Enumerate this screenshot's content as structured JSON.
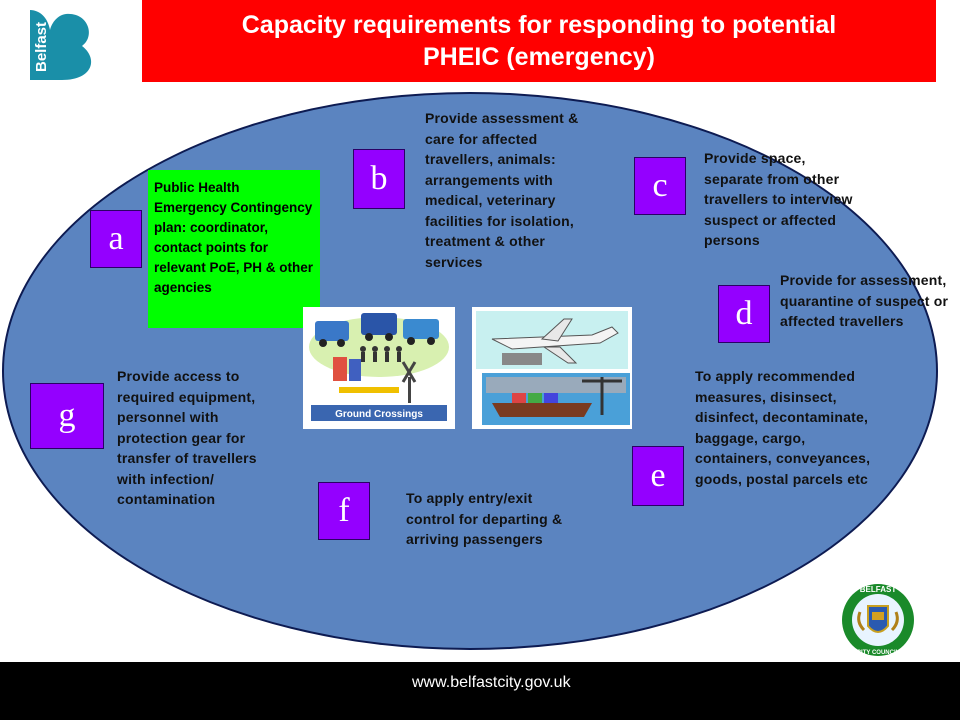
{
  "title": {
    "line1": "Capacity requirements for responding to potential",
    "line2": "PHEIC (emergency)"
  },
  "logo": {
    "text": "Belfast"
  },
  "items": {
    "a": {
      "letter": "a",
      "text": "Public Health Emergency Contingency plan: coordinator, contact points for relevant PoE, PH & other agencies"
    },
    "b": {
      "letter": "b",
      "text": "Provide assessment & care for affected travellers, animals: arrangements with medical, veterinary facilities for isolation, treatment & other services"
    },
    "c": {
      "letter": "c",
      "text": "Provide space, separate from other travellers to interview suspect or affected persons"
    },
    "d": {
      "letter": "d",
      "text": "Provide for assessment, quarantine of suspect or affected travellers"
    },
    "e": {
      "letter": "e",
      "text": "To apply recommended measures, disinsect, disinfect, decontaminate, baggage, cargo, containers, conveyances, goods, postal parcels etc"
    },
    "f": {
      "letter": "f",
      "text": "To apply entry/exit control for departing & arriving passengers"
    },
    "g": {
      "letter": "g",
      "text": "Provide access to required equipment, personnel with protection gear for transfer of travellers with infection/ contamination"
    }
  },
  "images": {
    "ground_label": "Ground Crossings"
  },
  "crest": {
    "top_text": "BELFAST",
    "bottom_text": "CITY COUNCIL"
  },
  "footer": {
    "url": "www.belfastcity.gov.uk"
  },
  "colors": {
    "title_bg": "#ff0000",
    "ellipse": "#5b84c0",
    "letter_box": "#9400ff",
    "green_box": "#00ff00",
    "logo": "#1a8fa8"
  }
}
